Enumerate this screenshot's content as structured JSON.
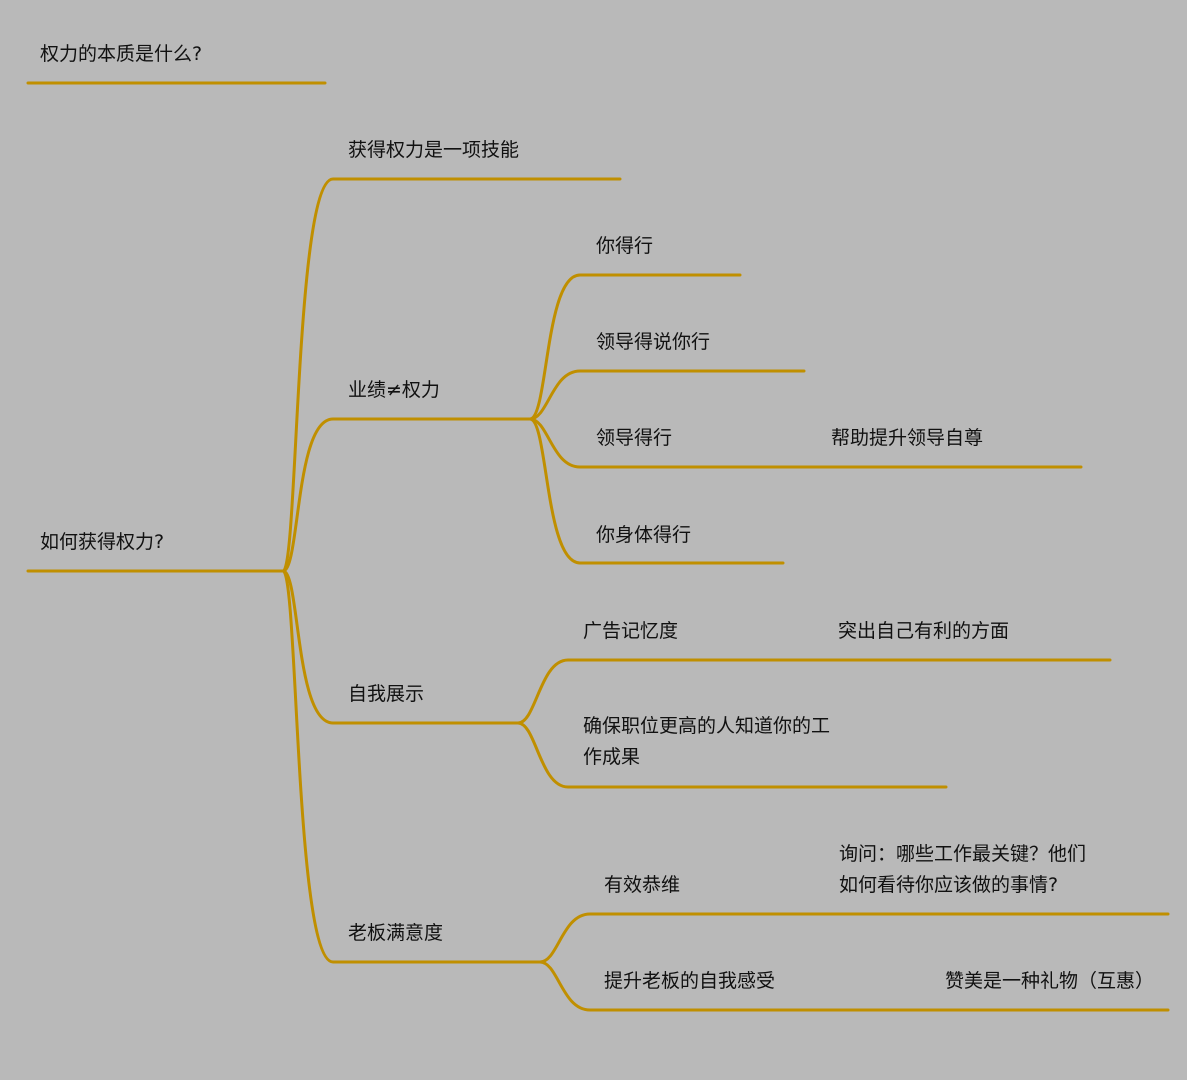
{
  "colors": {
    "background": "#b9b9b9",
    "branch": "#c08f00"
  },
  "floating_topic": "权力的本质是什么?",
  "root": "如何获得权力?",
  "branches": [
    {
      "label": "获得权力是一项技能"
    },
    {
      "label": "业绩≠权力",
      "children": [
        {
          "label": "你得行"
        },
        {
          "label": "领导得说你行"
        },
        {
          "label": "领导得行",
          "note": "帮助提升领导自尊"
        },
        {
          "label": "你身体得行"
        }
      ]
    },
    {
      "label": "自我展示",
      "children": [
        {
          "label": "广告记忆度",
          "note": "突出自己有利的方面"
        },
        {
          "label": "确保职位更高的人知道你的工",
          "label_line2": "作成果"
        }
      ]
    },
    {
      "label": "老板满意度",
      "children": [
        {
          "label": "有效恭维",
          "note": "询问：哪些工作最关键？他们",
          "note_line2": "如何看待你应该做的事情?"
        },
        {
          "label": "提升老板的自我感受",
          "note": "赞美是一种礼物（互惠）"
        }
      ]
    }
  ]
}
